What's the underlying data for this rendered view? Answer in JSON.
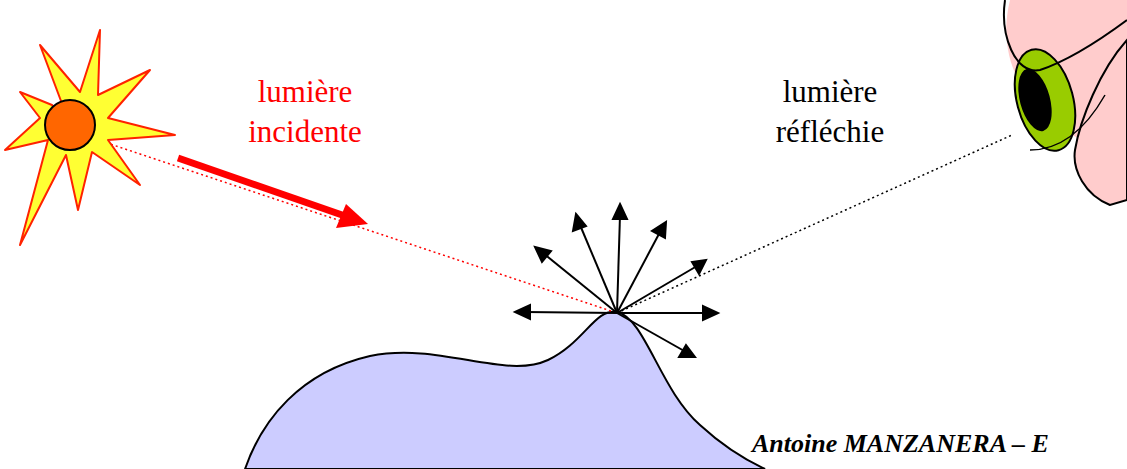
{
  "diagram": {
    "labels": [
      "lumière incidente",
      "lumière réfléchie",
      "Antoine MANZANERA – E"
    ]
  }
}
